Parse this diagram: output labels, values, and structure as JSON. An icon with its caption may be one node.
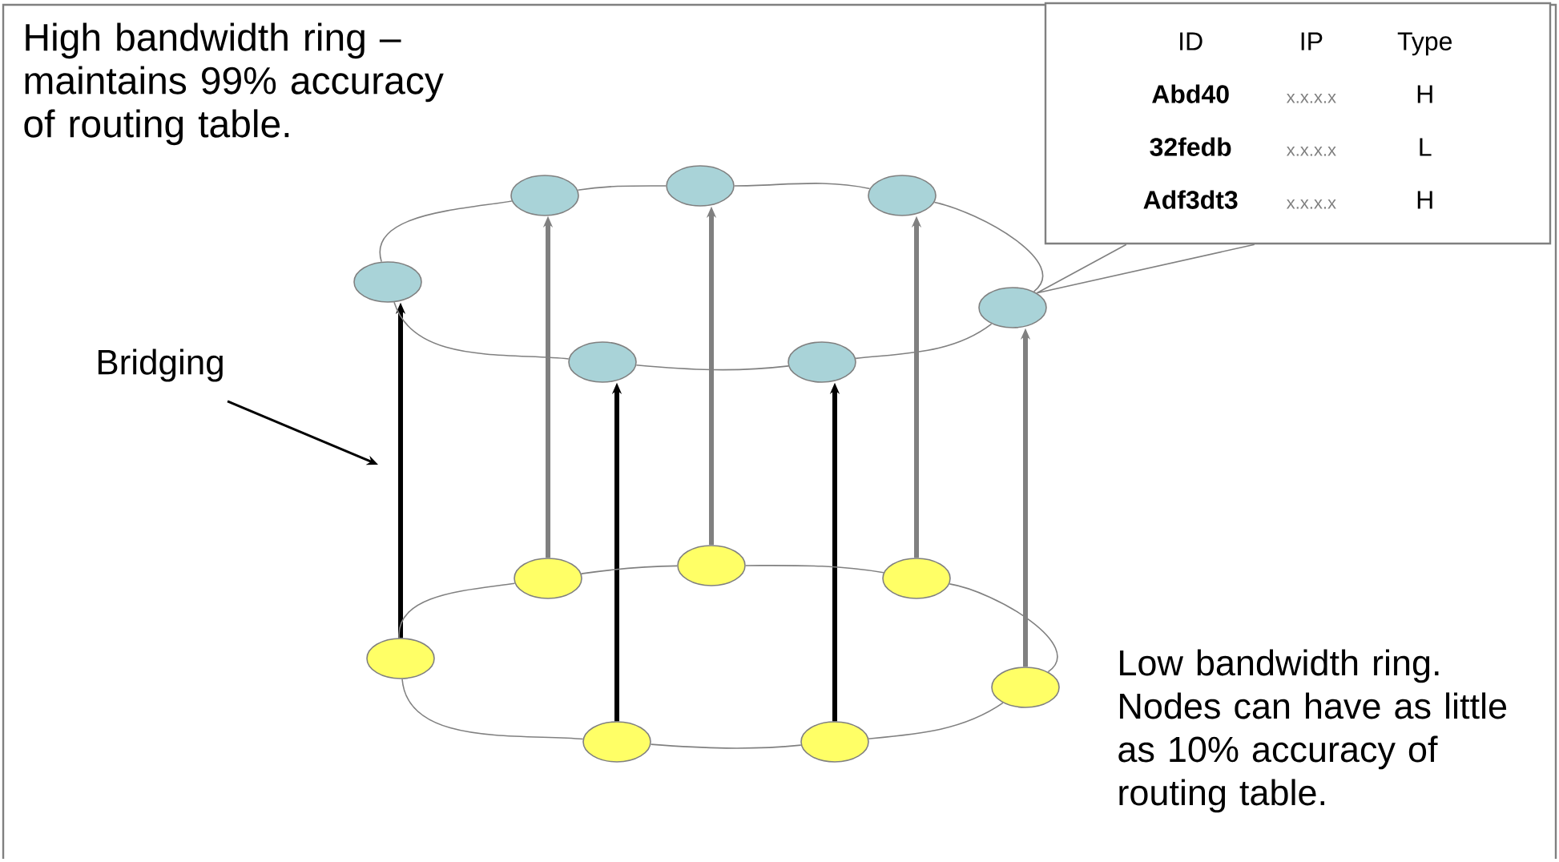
{
  "diagram": {
    "nodes": [
      {
        "text": [
          "ID",
          "IP",
          "Type",
          "Abd40",
          "x.x.x.x",
          "H",
          "32fedb",
          "x.x.x.x",
          "L",
          "Adf3dt3",
          "x.x.x.x",
          "H"
        ]
      },
      {
        "text": [
          "Bridging"
        ]
      },
      {
        "text": [],
        "shape": "ellipse"
      },
      {
        "text": [],
        "shape": "ellipse"
      },
      {
        "text": [],
        "shape": "ellipse"
      },
      {
        "text": [],
        "shape": "ellipse"
      },
      {
        "text": [],
        "shape": "ellipse"
      },
      {
        "text": [],
        "shape": "ellipse"
      },
      {
        "text": [],
        "shape": "ellipse"
      },
      {
        "text": [],
        "shape": "ellipse"
      },
      {
        "text": [],
        "shape": "ellipse"
      },
      {
        "text": [],
        "shape": "ellipse"
      },
      {
        "text": [],
        "shape": "ellipse"
      },
      {
        "text": [],
        "shape": "ellipse"
      },
      {
        "text": [],
        "shape": "ellipse"
      },
      {
        "text": [],
        "shape": "ellipse"
      }
    ],
    "edges": [
      {
        "from": 0,
        "to": 8,
        "arrow": "none"
      },
      {
        "from": 1,
        "to": null,
        "arrow": "to",
        "color": "#000000"
      },
      {
        "from": 9,
        "to": 2,
        "arrow": "to",
        "style": "thick",
        "color": "#000000"
      },
      {
        "from": 10,
        "to": 3,
        "arrow": "to",
        "style": "thick"
      },
      {
        "from": 11,
        "to": 4,
        "arrow": "to",
        "style": "thick",
        "color": "#000000"
      },
      {
        "from": 12,
        "to": 5,
        "arrow": "to",
        "style": "thick"
      },
      {
        "from": 13,
        "to": 6,
        "arrow": "to",
        "style": "thick",
        "color": "#000000"
      },
      {
        "from": 14,
        "to": 7,
        "arrow": "to",
        "style": "thick"
      },
      {
        "from": 15,
        "to": 8,
        "arrow": "to",
        "style": "thick"
      },
      {
        "from": 2,
        "to": 3,
        "arrow": "none"
      },
      {
        "from": 3,
        "to": 5,
        "arrow": "none"
      },
      {
        "from": 5,
        "to": 7,
        "arrow": "none"
      },
      {
        "from": 7,
        "to": 8,
        "arrow": "none"
      },
      {
        "from": 8,
        "to": 6,
        "arrow": "none"
      },
      {
        "from": 6,
        "to": 4,
        "arrow": "none"
      },
      {
        "from": 4,
        "to": 2,
        "arrow": "none"
      },
      {
        "from": 9,
        "to": 10,
        "arrow": "none"
      },
      {
        "from": 10,
        "to": 12,
        "arrow": "none"
      },
      {
        "from": 12,
        "to": 14,
        "arrow": "none"
      },
      {
        "from": 14,
        "to": 15,
        "arrow": "none"
      },
      {
        "from": 15,
        "to": 13,
        "arrow": "none"
      },
      {
        "from": 13,
        "to": 11,
        "arrow": "none"
      },
      {
        "from": 11,
        "to": 9,
        "arrow": "none"
      }
    ],
    "labels": [
      "High bandwidth ring – maintains 99% accuracy of routing table.",
      "Low bandwidth ring. Nodes can have as little as 10% accuracy of routing table."
    ]
  }
}
